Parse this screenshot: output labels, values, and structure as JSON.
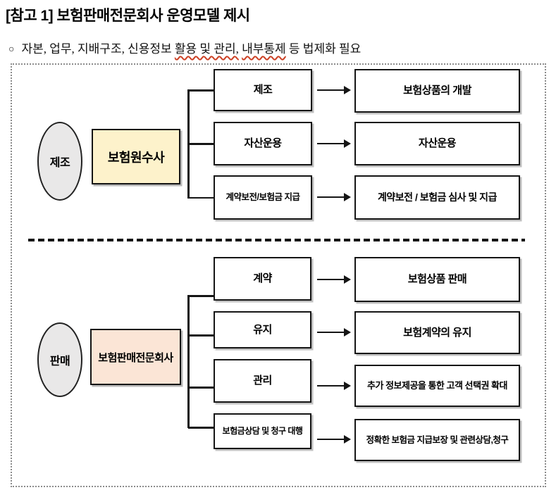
{
  "page": {
    "title": "[참고 1] 보험판매전문회사 운영모델 제시",
    "bullet": {
      "marker": "○",
      "segments": [
        {
          "text": "자본, 업무, 지배구조, 신용정보 "
        },
        {
          "text": "활용 및 관리,"
        },
        {
          "text": " "
        },
        {
          "text": "내부통제"
        },
        {
          "text": " 등 법제화 필요"
        }
      ]
    }
  },
  "diagram": {
    "top": {
      "role_label": "제조",
      "entity_label": "보험원수사",
      "rows": [
        {
          "function": "제조",
          "result": "보험상품의 개발"
        },
        {
          "function": "자산운용",
          "result": "자산운용"
        },
        {
          "function": "계약보전/보험금 지급",
          "result": "계약보전 / 보험금 심사 및 지급"
        }
      ]
    },
    "bottom": {
      "role_label": "판매",
      "entity_label": "보험판매전문회사",
      "rows": [
        {
          "function": "계약",
          "result": "보험상품 판매"
        },
        {
          "function": "유지",
          "result": "보험계약의 유지"
        },
        {
          "function": "관리",
          "result": "추가 정보제공을 통한 고객 선택권 확대"
        },
        {
          "function": "보험금상담 및 청구 대행",
          "result": "정확한 보험금 지급보장 및 관련상담,청구"
        }
      ]
    },
    "colors": {
      "highlight_yellow": "#fdf2cb",
      "highlight_pink": "#fbe5d6",
      "ellipse_gray": "#e9e8e8",
      "spellcheck": "#cc4125",
      "line": "#151515"
    }
  }
}
